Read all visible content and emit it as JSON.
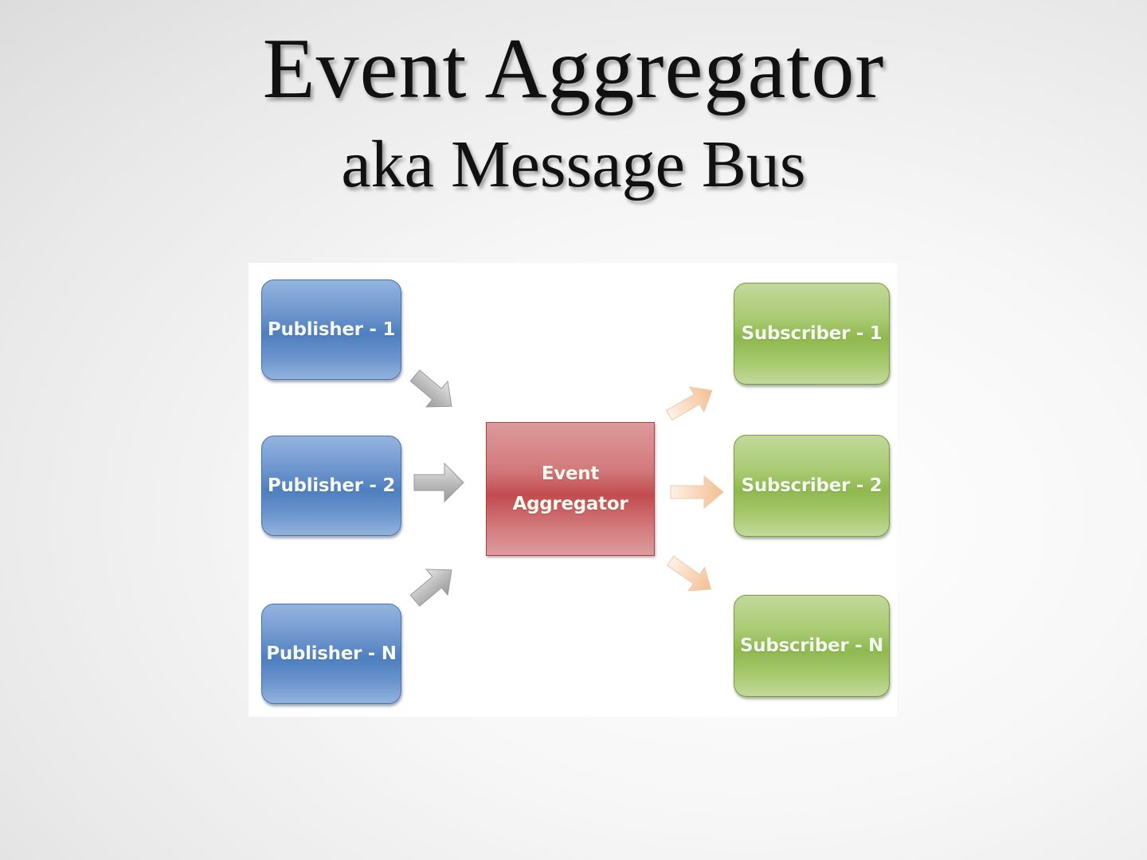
{
  "slide": {
    "title": "Event Aggregator",
    "subtitle": "aka Message Bus"
  },
  "diagram": {
    "publishers": [
      {
        "label": "Publisher - 1"
      },
      {
        "label": "Publisher - 2"
      },
      {
        "label": "Publisher - N"
      }
    ],
    "aggregator": {
      "line1": "Event",
      "line2": "Aggregator"
    },
    "subscribers": [
      {
        "label": "Subscriber - 1"
      },
      {
        "label": "Subscriber - 2"
      },
      {
        "label": "Subscriber - N"
      }
    ],
    "colors": {
      "publisher": "#5b88c6",
      "aggregator": "#c9585b",
      "subscriber": "#9bc05e",
      "inbound_arrow": "#b9b9b9",
      "outbound_arrow": "#f6c9a2"
    }
  }
}
